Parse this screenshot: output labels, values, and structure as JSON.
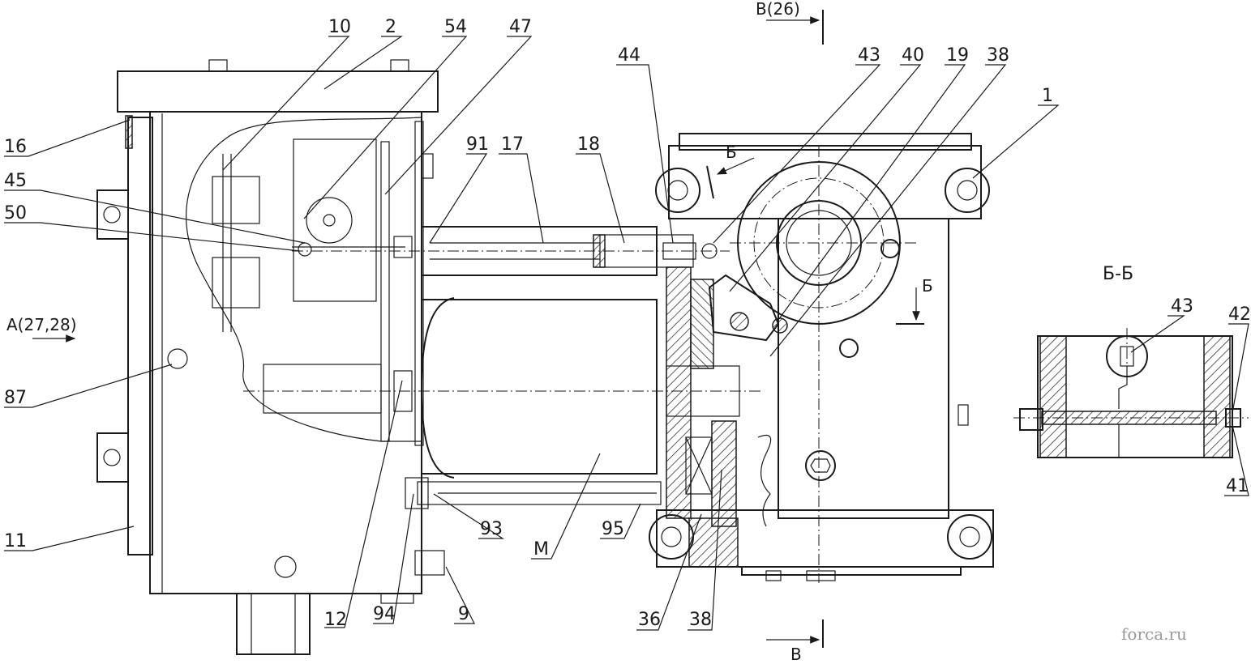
{
  "callouts": [
    "10",
    "2",
    "54",
    "47",
    "91",
    "17",
    "18",
    "44",
    "43",
    "40",
    "19",
    "38",
    "1",
    "16",
    "45",
    "50",
    "87",
    "11",
    "12",
    "94",
    "9",
    "93",
    "95",
    "M",
    "36",
    "38"
  ],
  "side_markers": {
    "a_view": "A(27,28)",
    "b_top": "B(26)",
    "b_bottom": "B",
    "section_top": "Б",
    "section_right": "Б"
  },
  "section_view": {
    "title": "Б-Б",
    "callouts": [
      "43",
      "42",
      "41"
    ]
  },
  "watermark": "forca.ru",
  "colors": {
    "ink": "#1a1a1a",
    "paper": "#ffffff",
    "watermark": "#9a9a9a"
  }
}
